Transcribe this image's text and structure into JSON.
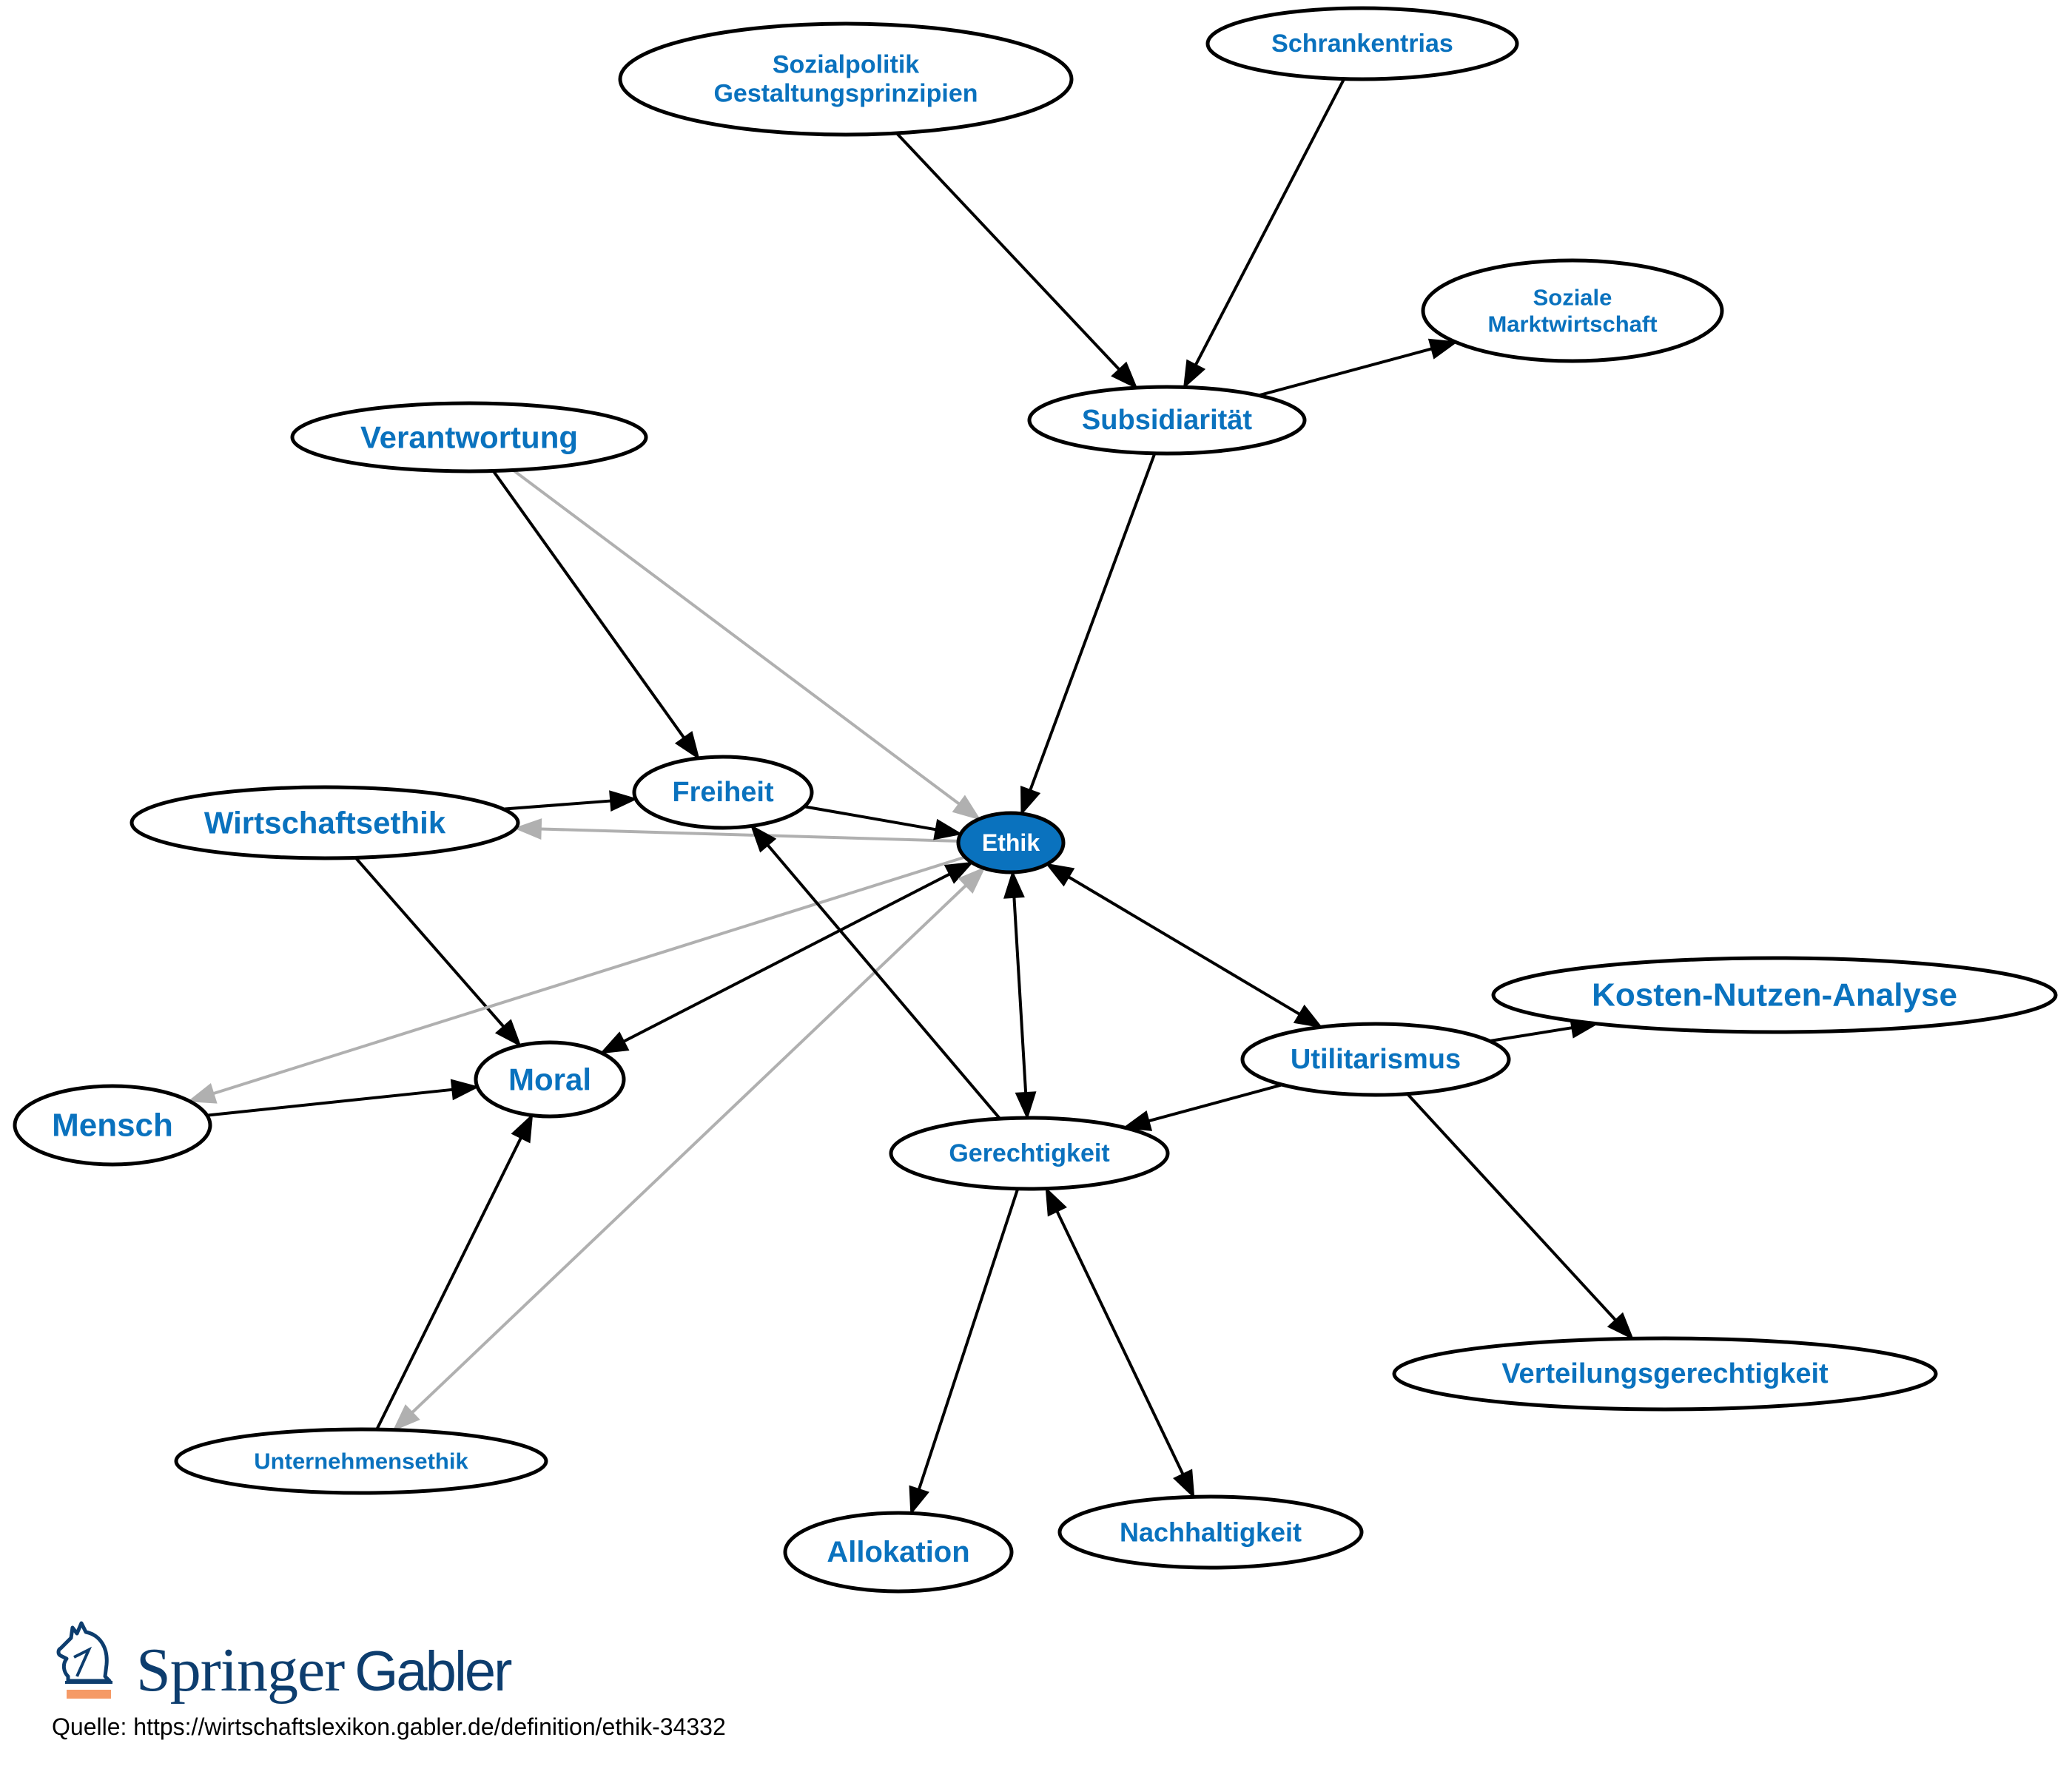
{
  "diagram": {
    "center_node": "ethik",
    "colors": {
      "label": "#0a72be",
      "center_fill": "#0a72be",
      "center_label": "#ffffff",
      "edge_primary": "#000000",
      "edge_secondary": "#b0b0b0"
    },
    "nodes": [
      {
        "id": "sozialpolitik",
        "lines": [
          "Sozialpolitik",
          "Gestaltungsprinzipien"
        ]
      },
      {
        "id": "schrankentrias",
        "lines": [
          "Schrankentrias"
        ]
      },
      {
        "id": "soziale-marktwirtschaft",
        "lines": [
          "Soziale",
          "Marktwirtschaft"
        ]
      },
      {
        "id": "subsidiaritaet",
        "lines": [
          "Subsidiarität"
        ]
      },
      {
        "id": "verantwortung",
        "lines": [
          "Verantwortung"
        ]
      },
      {
        "id": "freiheit",
        "lines": [
          "Freiheit"
        ]
      },
      {
        "id": "wirtschaftsethik",
        "lines": [
          "Wirtschaftsethik"
        ]
      },
      {
        "id": "ethik",
        "lines": [
          "Ethik"
        ]
      },
      {
        "id": "moral",
        "lines": [
          "Moral"
        ]
      },
      {
        "id": "mensch",
        "lines": [
          "Mensch"
        ]
      },
      {
        "id": "unternehmensethik",
        "lines": [
          "Unternehmensethik"
        ]
      },
      {
        "id": "gerechtigkeit",
        "lines": [
          "Gerechtigkeit"
        ]
      },
      {
        "id": "utilitarismus",
        "lines": [
          "Utilitarismus"
        ]
      },
      {
        "id": "kosten-nutzen-analyse",
        "lines": [
          "Kosten-Nutzen-Analyse"
        ]
      },
      {
        "id": "verteilungsgerechtigkeit",
        "lines": [
          "Verteilungsgerechtigkeit"
        ]
      },
      {
        "id": "allokation",
        "lines": [
          "Allokation"
        ]
      },
      {
        "id": "nachhaltigkeit",
        "lines": [
          "Nachhaltigkeit"
        ]
      }
    ],
    "edges": [
      {
        "from": "sozialpolitik",
        "to": "subsidiaritaet",
        "style": "primary",
        "bidirectional": false
      },
      {
        "from": "schrankentrias",
        "to": "subsidiaritaet",
        "style": "primary",
        "bidirectional": false
      },
      {
        "from": "subsidiaritaet",
        "to": "soziale-marktwirtschaft",
        "style": "primary",
        "bidirectional": false
      },
      {
        "from": "subsidiaritaet",
        "to": "ethik",
        "style": "primary",
        "bidirectional": false
      },
      {
        "from": "verantwortung",
        "to": "freiheit",
        "style": "primary",
        "bidirectional": false
      },
      {
        "from": "verantwortung",
        "to": "ethik",
        "style": "secondary",
        "bidirectional": false
      },
      {
        "from": "wirtschaftsethik",
        "to": "freiheit",
        "style": "primary",
        "bidirectional": false
      },
      {
        "from": "ethik",
        "to": "wirtschaftsethik",
        "style": "secondary",
        "bidirectional": false
      },
      {
        "from": "freiheit",
        "to": "ethik",
        "style": "primary",
        "bidirectional": false
      },
      {
        "from": "wirtschaftsethik",
        "to": "moral",
        "style": "primary",
        "bidirectional": false
      },
      {
        "from": "ethik",
        "to": "mensch",
        "style": "secondary",
        "bidirectional": false
      },
      {
        "from": "ethik",
        "to": "moral",
        "style": "primary",
        "bidirectional": true
      },
      {
        "from": "mensch",
        "to": "moral",
        "style": "primary",
        "bidirectional": false
      },
      {
        "from": "unternehmensethik",
        "to": "moral",
        "style": "primary",
        "bidirectional": false
      },
      {
        "from": "ethik",
        "to": "unternehmensethik",
        "style": "secondary",
        "bidirectional": true
      },
      {
        "from": "gerechtigkeit",
        "to": "freiheit",
        "style": "primary",
        "bidirectional": false
      },
      {
        "from": "ethik",
        "to": "gerechtigkeit",
        "style": "primary",
        "bidirectional": true
      },
      {
        "from": "ethik",
        "to": "utilitarismus",
        "style": "primary",
        "bidirectional": true
      },
      {
        "from": "utilitarismus",
        "to": "gerechtigkeit",
        "style": "primary",
        "bidirectional": false
      },
      {
        "from": "utilitarismus",
        "to": "kosten-nutzen-analyse",
        "style": "primary",
        "bidirectional": false
      },
      {
        "from": "utilitarismus",
        "to": "verteilungsgerechtigkeit",
        "style": "primary",
        "bidirectional": false
      },
      {
        "from": "gerechtigkeit",
        "to": "allokation",
        "style": "primary",
        "bidirectional": false
      },
      {
        "from": "gerechtigkeit",
        "to": "nachhaltigkeit",
        "style": "primary",
        "bidirectional": true
      }
    ]
  },
  "logo": {
    "brand_primary": "Springer",
    "brand_secondary": "Gabler",
    "icon": "knight-chess-horse-icon",
    "accent_color": "#f59a66"
  },
  "source_line": "Quelle: https://wirtschaftslexikon.gabler.de/definition/ethik-34332"
}
